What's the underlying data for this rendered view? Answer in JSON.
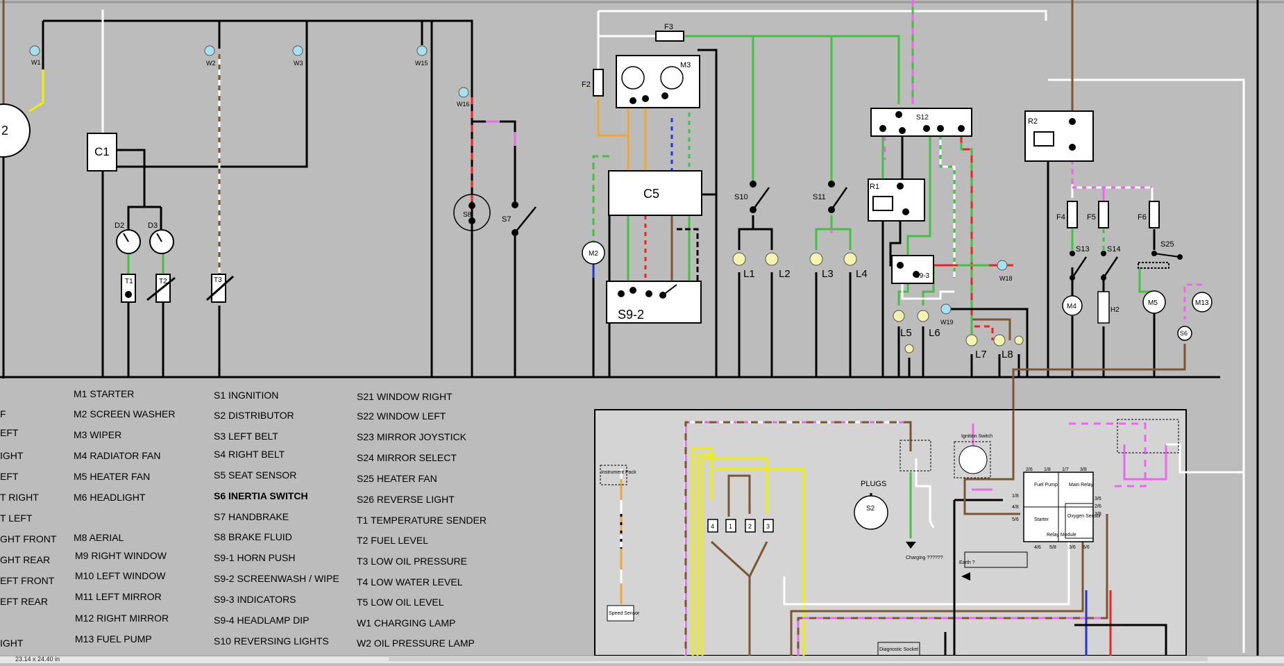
{
  "colors": {
    "background": "#bcbcbc",
    "wire_black": "#000000",
    "wire_white": "#ffffff",
    "wire_green": "#44c044",
    "wire_brown": "#7a5530",
    "wire_pink": "#ee66ee",
    "wire_red": "#ee2222",
    "wire_yellow": "#f0f000",
    "wire_orange": "#f0a830",
    "wire_blue": "#2233dd",
    "lamp": "#f4f4b0",
    "warning_lamp": "#a8e0f0"
  },
  "diagram": {
    "top_labels": {
      "w1": "W1",
      "w2": "W2",
      "w3": "W3",
      "w15": "W15",
      "w16": "W16",
      "c1": "C1",
      "d2": "D2",
      "d3": "D3",
      "t1": "T1",
      "t2": "T2",
      "t3": "T3",
      "s8": "S8",
      "s7": "S7",
      "m2": "M2",
      "f2": "F2",
      "f3": "F3",
      "m3": "M3",
      "c5": "C5",
      "s9_2": "S9-2",
      "s10": "S10",
      "s11": "S11",
      "l1": "L1",
      "l2": "L2",
      "l3": "L3",
      "l4": "L4",
      "s12": "S12",
      "r1": "R1",
      "s9_3": "S9-3",
      "w18": "W18",
      "w19": "W19",
      "l5": "L5",
      "l6": "L6",
      "l7": "L7",
      "l8": "L8",
      "r2": "R2",
      "f4": "F4",
      "f5": "F5",
      "f6": "F6",
      "s13": "S13",
      "s14": "S14",
      "s25": "S25",
      "m4": "M4",
      "h2": "H2",
      "m5": "M5",
      "m13": "M13",
      "s6": "S6",
      "gauge_left": "2"
    },
    "inset_labels": {
      "instrument_pack": "Instrument Pack",
      "speed_sensor": "Speed Sensor",
      "plugs": "PLUGS",
      "plug_s2": "S2",
      "charging": "Charging ??????",
      "ignition_switch": "Ignition Switch",
      "earth": "Earth ?",
      "diagnostic_socket": "Diagnostic Socket",
      "relay_module": "Relay Module",
      "fuel_pump": "Fuel Pump",
      "main_relay": "Main Relay",
      "starter": "Starter",
      "oxygen_sensor": "Oxygen Sensor",
      "coil_numbers": [
        "4",
        "1",
        "2",
        "3"
      ],
      "pin_labels": [
        "2/6",
        "1/8",
        "1/7",
        "3/8",
        "1/8",
        "4/8",
        "5/6",
        "3/6",
        "2/6",
        "3/8",
        "4/6",
        "5/8",
        "3/6",
        "6/6"
      ]
    }
  },
  "legend": {
    "partial_column": [
      "F",
      "EFT",
      "IGHT",
      "EFT",
      "T RIGHT",
      "T LEFT",
      "GHT FRONT",
      "GHT REAR",
      "EFT FRONT",
      "EFT REAR",
      "IGHT"
    ],
    "col_m": [
      {
        "code": "M1",
        "name": "STARTER"
      },
      {
        "code": "M2",
        "name": "SCREEN WASHER"
      },
      {
        "code": "M3",
        "name": "WIPER"
      },
      {
        "code": "M4",
        "name": "RADIATOR FAN"
      },
      {
        "code": "M5",
        "name": "HEATER FAN"
      },
      {
        "code": "M6",
        "name": "HEADLIGHT"
      },
      {
        "code": "M8",
        "name": "AERIAL"
      },
      {
        "code": "M9",
        "name": "RIGHT WINDOW"
      },
      {
        "code": "M10",
        "name": "LEFT WINDOW"
      },
      {
        "code": "M11",
        "name": "LEFT MIRROR"
      },
      {
        "code": "M12",
        "name": "RIGHT MIRROR"
      },
      {
        "code": "M13",
        "name": "FUEL PUMP"
      }
    ],
    "col_s": [
      {
        "code": "S1",
        "name": "INGNITION"
      },
      {
        "code": "S2",
        "name": "DISTRIBUTOR"
      },
      {
        "code": "S3",
        "name": "LEFT BELT"
      },
      {
        "code": "S4",
        "name": "RIGHT BELT"
      },
      {
        "code": "S5",
        "name": "SEAT SENSOR"
      },
      {
        "code": "S6",
        "name": "INERTIA SWITCH"
      },
      {
        "code": "S7",
        "name": "HANDBRAKE"
      },
      {
        "code": "S8",
        "name": "BRAKE FLUID"
      },
      {
        "code": "S9-1",
        "name": "HORN PUSH"
      },
      {
        "code": "S9-2",
        "name": "SCREENWASH / WIPE"
      },
      {
        "code": "S9-3",
        "name": "INDICATORS"
      },
      {
        "code": "S9-4",
        "name": "HEADLAMP DIP"
      },
      {
        "code": "S10",
        "name": "REVERSING LIGHTS"
      }
    ],
    "col_st": [
      {
        "code": "S21",
        "name": "WINDOW RIGHT"
      },
      {
        "code": "S22",
        "name": "WINDOW LEFT"
      },
      {
        "code": "S23",
        "name": "MIRROR JOYSTICK"
      },
      {
        "code": "S24",
        "name": "MIRROR SELECT"
      },
      {
        "code": "S25",
        "name": "HEATER FAN"
      },
      {
        "code": "S26",
        "name": "REVERSE LIGHT"
      },
      {
        "code": "T1",
        "name": "TEMPERATURE SENDER"
      },
      {
        "code": "T2",
        "name": "FUEL LEVEL"
      },
      {
        "code": "T3",
        "name": "LOW OIL PRESSURE"
      },
      {
        "code": "T4",
        "name": "LOW WATER LEVEL"
      },
      {
        "code": "T5",
        "name": "LOW OIL LEVEL"
      },
      {
        "code": "W1",
        "name": "CHARGING LAMP"
      },
      {
        "code": "W2",
        "name": "OIL PRESSURE LAMP"
      }
    ]
  },
  "status_bar": {
    "page_size": "23.14 x 24.40 in"
  }
}
